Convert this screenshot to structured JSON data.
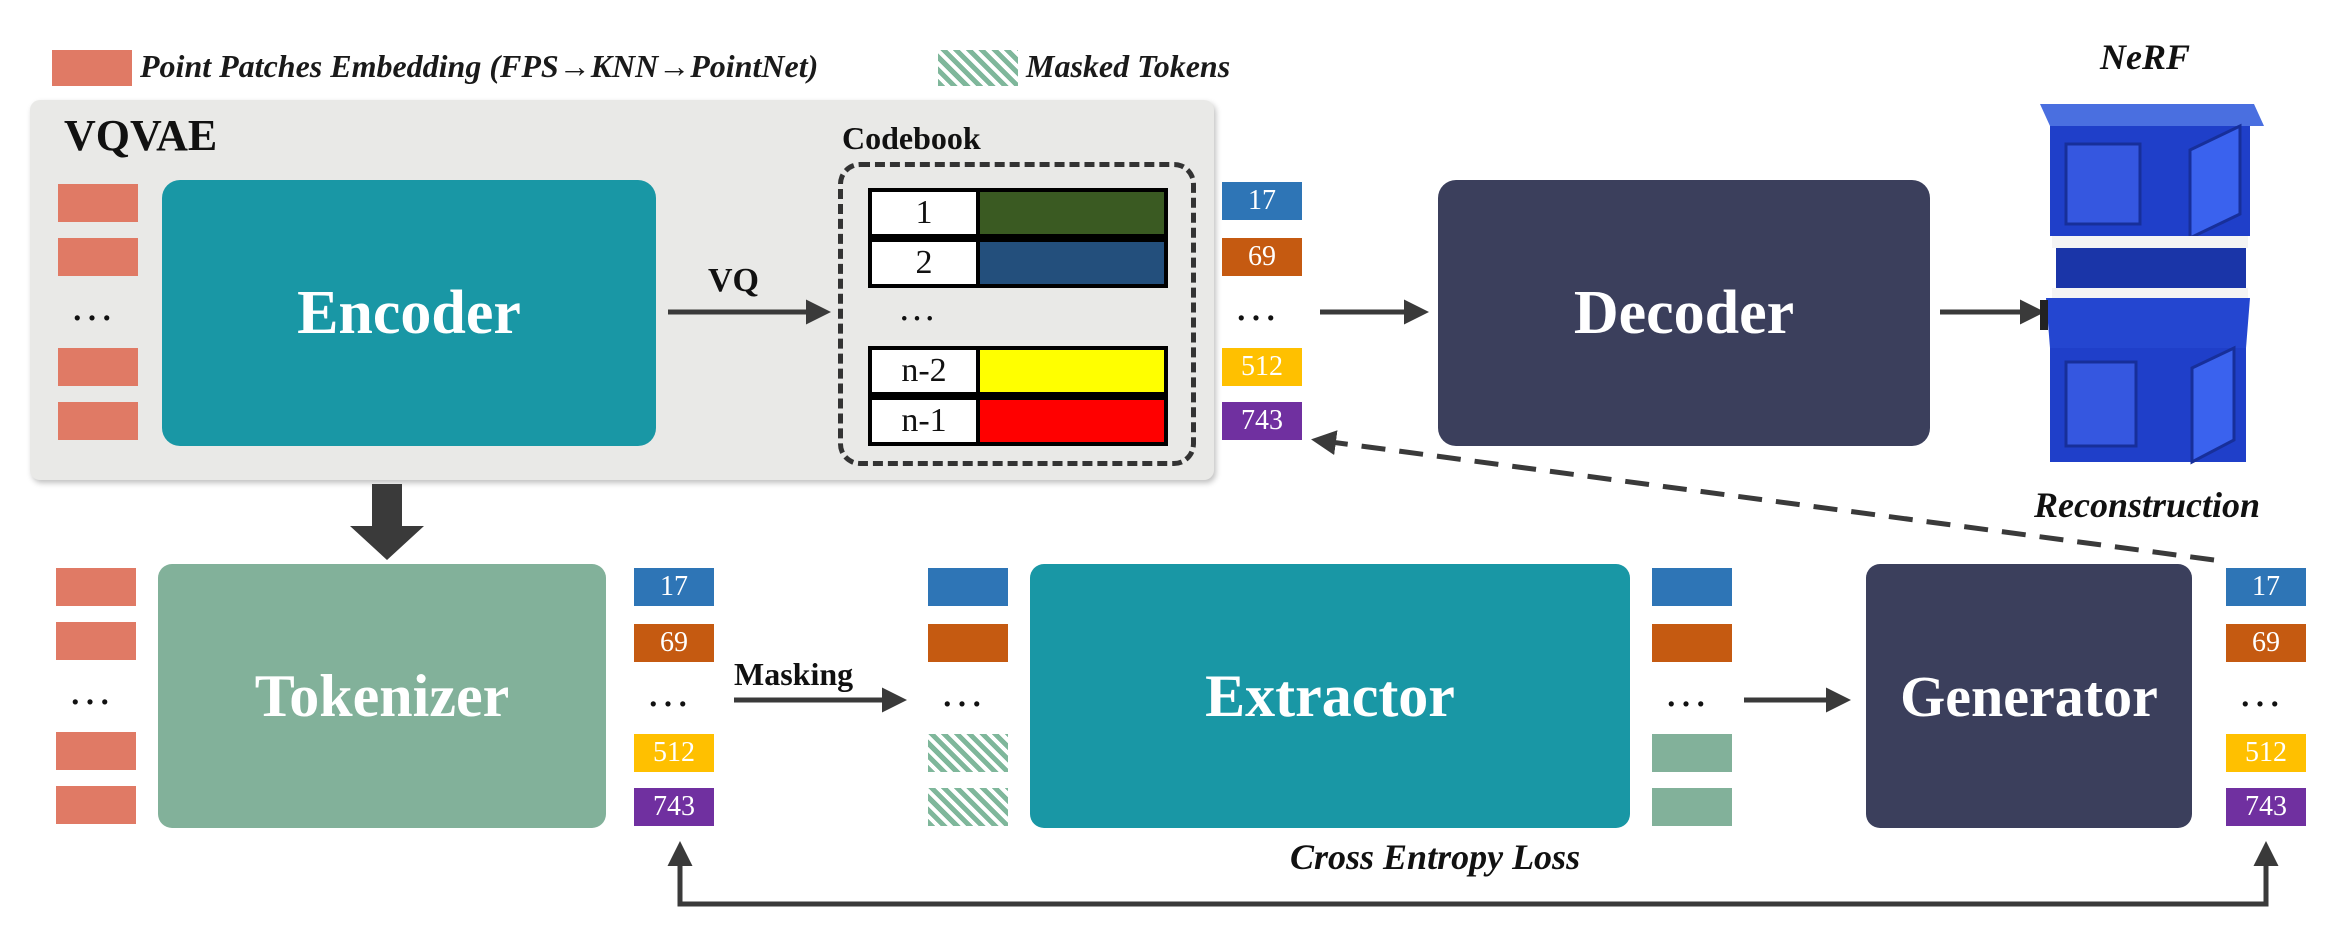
{
  "legend": {
    "patch_label": "Point Patches Embedding (FPS→KNN→PointNet)",
    "masked_label": "Masked Tokens"
  },
  "vqvae": {
    "title": "VQVAE",
    "encoder": "Encoder",
    "vq": "VQ",
    "codebook_title": "Codebook",
    "codebook": [
      {
        "index": "1",
        "color": "#3a5a22"
      },
      {
        "index": "2",
        "color": "#234f7c"
      },
      {
        "index": "n-2",
        "color": "#ffff00"
      },
      {
        "index": "n-1",
        "color": "#ff0000"
      }
    ],
    "codebook_ellipsis": "…",
    "decoder": "Decoder"
  },
  "tokens": [
    {
      "value": "17",
      "color": "#2e75b6"
    },
    {
      "value": "69",
      "color": "#c55a11"
    },
    {
      "value": "512",
      "color": "#ffc000"
    },
    {
      "value": "743",
      "color": "#7030a0"
    }
  ],
  "ellipsis": "…",
  "nerf": {
    "title": "NeRF",
    "caption": "Reconstruction"
  },
  "pipeline": {
    "tokenizer": "Tokenizer",
    "masking": "Masking",
    "extractor": "Extractor",
    "generator": "Generator",
    "loss": "Cross Entropy Loss"
  },
  "colors": {
    "patch": "#e07a65",
    "masked": "#7fb79b",
    "teal": "#1997a5",
    "navy": "#3b3f5c",
    "tokenizer": "#82b19a",
    "vqvae_bg": "#e9e9e7"
  }
}
